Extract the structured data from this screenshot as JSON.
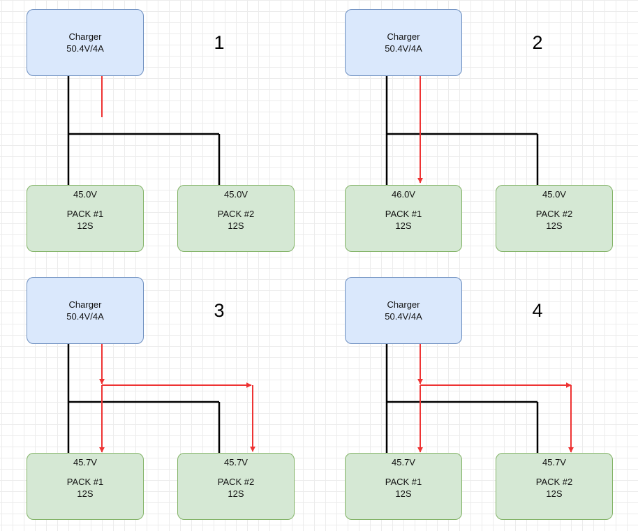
{
  "colors": {
    "charger_fill": "#dae8fc",
    "charger_stroke": "#6c8ebf",
    "pack_fill": "#d5e8d4",
    "pack_stroke": "#82b366",
    "wire": "#000000",
    "current_arrow": "#ee3333"
  },
  "panels": [
    {
      "number": "1",
      "charger": {
        "name": "Charger",
        "rating": "50.4V/4A"
      },
      "packs": [
        {
          "voltage": "45.0V",
          "name": "PACK #1",
          "config": "12S"
        },
        {
          "voltage": "45.0V",
          "name": "PACK #2",
          "config": "12S"
        }
      ]
    },
    {
      "number": "2",
      "charger": {
        "name": "Charger",
        "rating": "50.4V/4A"
      },
      "packs": [
        {
          "voltage": "46.0V",
          "name": "PACK #1",
          "config": "12S"
        },
        {
          "voltage": "45.0V",
          "name": "PACK #2",
          "config": "12S"
        }
      ]
    },
    {
      "number": "3",
      "charger": {
        "name": "Charger",
        "rating": "50.4V/4A"
      },
      "packs": [
        {
          "voltage": "45.7V",
          "name": "PACK #1",
          "config": "12S"
        },
        {
          "voltage": "45.7V",
          "name": "PACK #2",
          "config": "12S"
        }
      ]
    },
    {
      "number": "4",
      "charger": {
        "name": "Charger",
        "rating": "50.4V/4A"
      },
      "packs": [
        {
          "voltage": "45.7V",
          "name": "PACK #1",
          "config": "12S"
        },
        {
          "voltage": "45.7V",
          "name": "PACK #2",
          "config": "12S"
        }
      ]
    }
  ]
}
